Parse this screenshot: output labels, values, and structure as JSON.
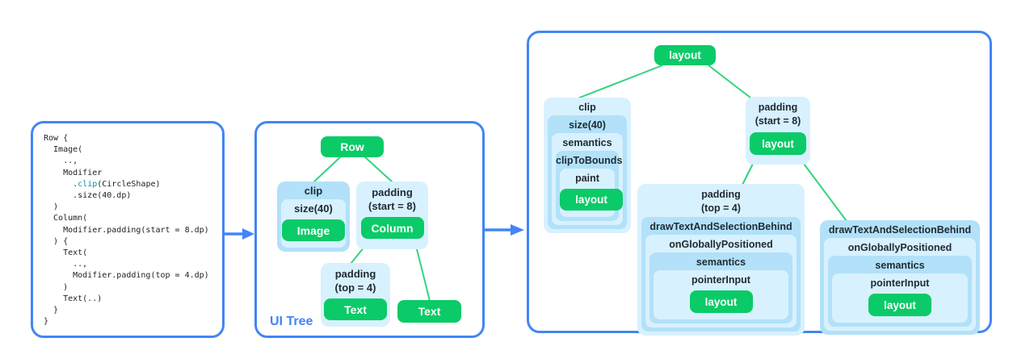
{
  "colors": {
    "panel_border": "#4285F4",
    "arrow": "#4285F4",
    "node_green": "#0ACB67",
    "edge_green": "#31D47E",
    "box_light": "#D8F1FE",
    "box_medium": "#B2E1F9",
    "label_text": "#202B33",
    "code_text": "#202124",
    "code_highlight": "#1487A8",
    "caption_blue": "#4285F4"
  },
  "code_panel": {
    "before": "Row {\n  Image(\n    ..,\n    Modifier\n      .",
    "highlight": "clip",
    "after": "(CircleShape)\n      .size(40.dp)\n  )\n  Column(\n    Modifier.padding(start = 8.dp)\n  ) {\n    Text(\n      ..,\n      Modifier.padding(top = 4.dp)\n    )\n    Text(..)\n  }\n}"
  },
  "ui_tree": {
    "caption": "UI Tree",
    "row": "Row",
    "clip": "clip",
    "size": "size(40)",
    "image": "Image",
    "padding_start": "padding\n(start = 8)",
    "column": "Column",
    "padding_top": "padding\n(top = 4)",
    "text_left": "Text",
    "text_right": "Text"
  },
  "node_tree": {
    "root": "layout",
    "clip_stack": {
      "clip": "clip",
      "size": "size(40)",
      "semantics": "semantics",
      "clip_to_bounds": "clipToBounds",
      "paint": "paint",
      "layout": "layout"
    },
    "padding_start": {
      "label": "padding\n(start = 8)",
      "layout": "layout"
    },
    "padding_top_stack": {
      "label": "padding\n(top = 4)",
      "draw_text": "drawTextAndSelectionBehind",
      "on_globally_positioned": "onGloballyPositioned",
      "semantics": "semantics",
      "pointer_input": "pointerInput",
      "layout": "layout"
    },
    "text_stack": {
      "draw_text": "drawTextAndSelectionBehind",
      "on_globally_positioned": "onGloballyPositioned",
      "semantics": "semantics",
      "pointer_input": "pointerInput",
      "layout": "layout"
    }
  }
}
